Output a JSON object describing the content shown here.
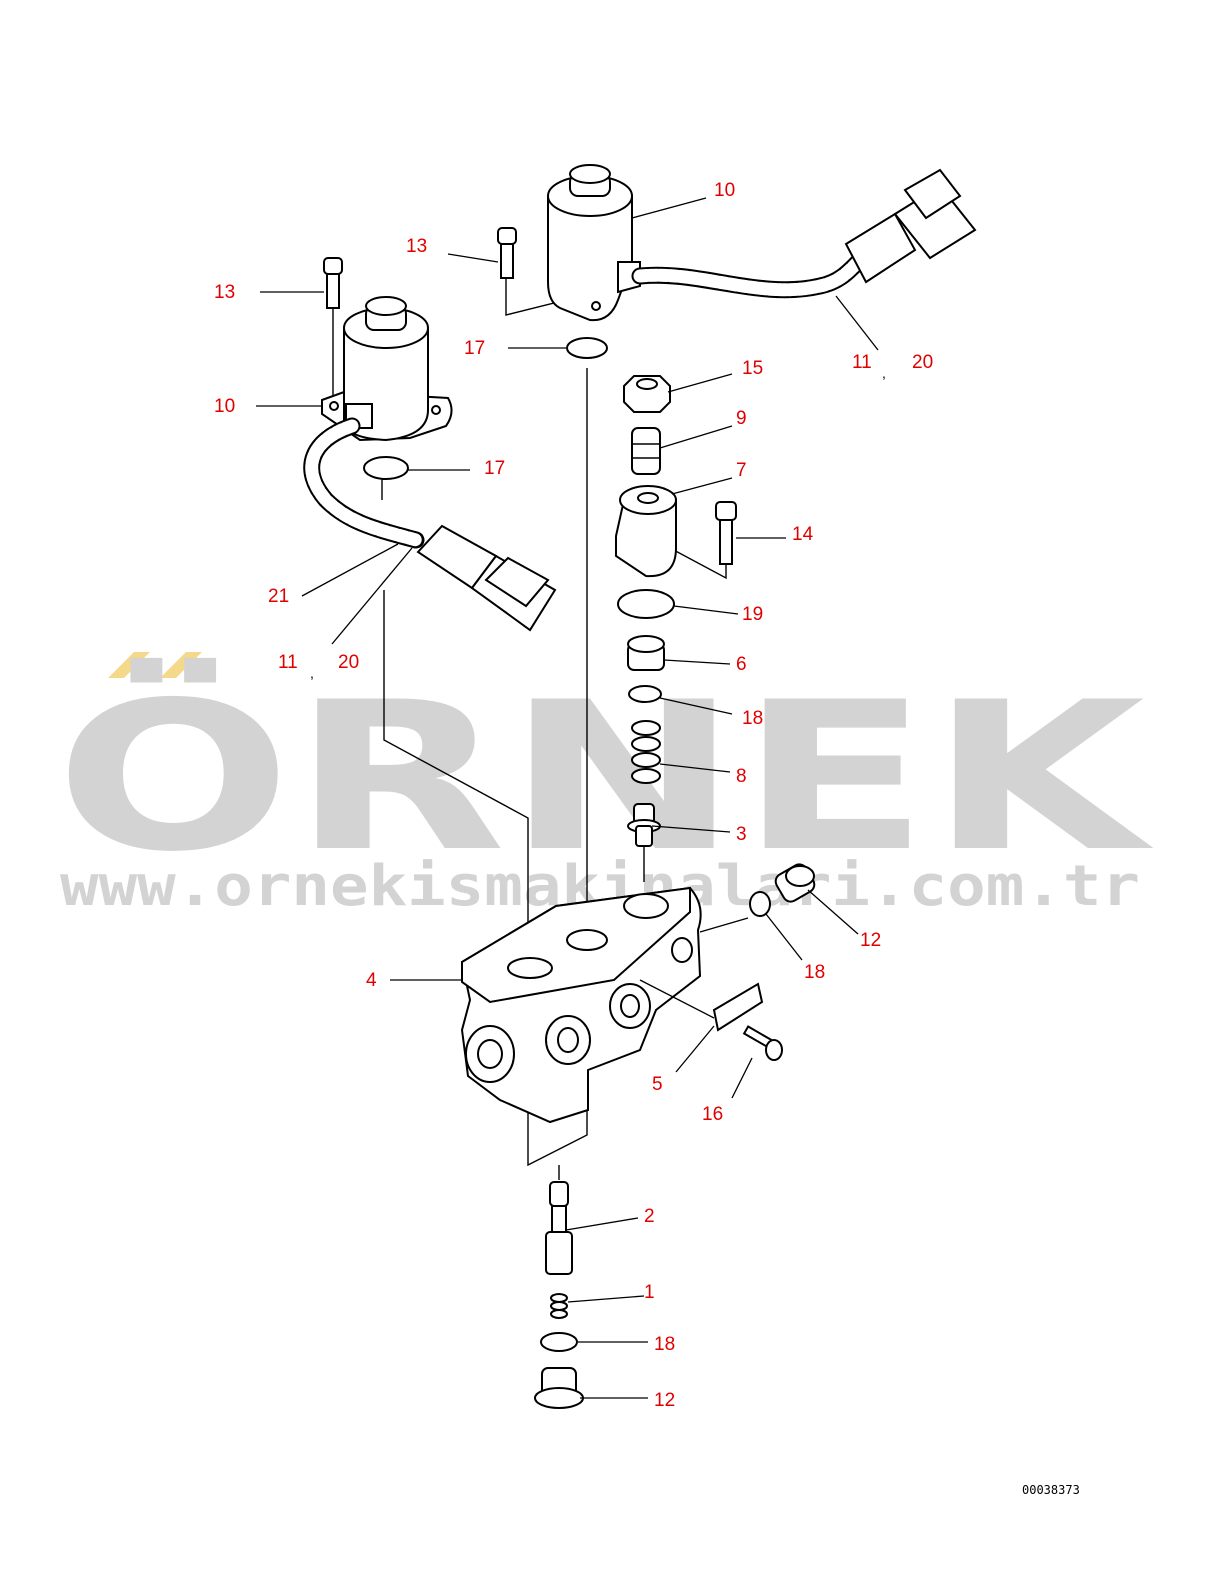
{
  "watermark": {
    "brand": "ÖRNEK",
    "url": "www.ornekismakinalari.com.tr",
    "accent_color": "#f5d98a",
    "text_color": "#d3d3d3"
  },
  "drawing_number": "00038373",
  "callouts": {
    "c10_top": "10",
    "c13_top": "13",
    "c13_left": "13",
    "c17_top": "17",
    "c15": "15",
    "c10_left": "10",
    "c9": "9",
    "c17_left": "17",
    "c7": "7",
    "c14": "14",
    "c11_top": "11",
    "c20_top": "20",
    "c21": "21",
    "c19": "19",
    "c11_left": "11",
    "c20_left": "20",
    "c6": "6",
    "c18_a": "18",
    "c8": "8",
    "c3": "3",
    "c12_right": "12",
    "c18_right": "18",
    "c4": "4",
    "c5": "5",
    "c16": "16",
    "c2": "2",
    "c1": "1",
    "c18_bottom": "18",
    "c12_bottom": "12"
  },
  "separators": {
    "sep_top": ",",
    "sep_left": ","
  },
  "callout_color": "#e00000"
}
